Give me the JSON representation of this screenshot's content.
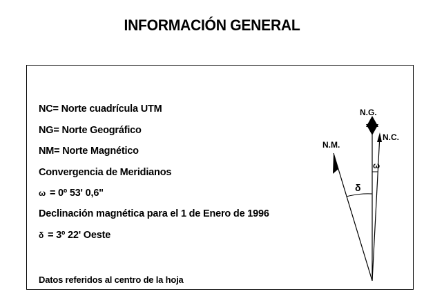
{
  "header": {
    "title": "INFORMACIÓN GENERAL"
  },
  "info": {
    "nc_line": "NC= Norte cuadrícula UTM",
    "ng_line": "NG= Norte Geográfico",
    "nm_line": "NM= Norte Magnético",
    "convergence_heading": "Convergencia de Meridianos",
    "omega_symbol": "ω",
    "omega_value": "= 0º 53' 0,6\"",
    "declination_heading": "Declinación magnética para el 1 de Enero de 1996",
    "delta_symbol": "δ",
    "delta_value": "= 3º 22' Oeste",
    "footnote": "Datos referidos al centro de la hoja"
  },
  "diagram": {
    "ng_label": "N.G.",
    "nc_label": "N.C.",
    "nm_label": "N.M.",
    "omega_label": "ω",
    "delta_label": "δ"
  }
}
